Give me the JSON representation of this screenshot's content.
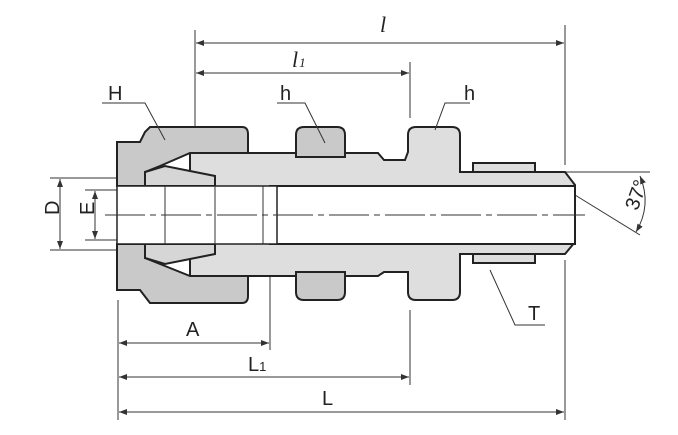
{
  "labels": {
    "l": "l",
    "l1_main": "l",
    "l1_sub": "1",
    "H": "H",
    "h_left": "h",
    "h_right": "h",
    "D": "D",
    "E": "E",
    "A": "A",
    "L1_main": "L",
    "L1_sub": "1",
    "L": "L",
    "T": "T",
    "angle": "37°"
  },
  "colors": {
    "part_fill": "#c9c9c9",
    "body_fill": "#dedede",
    "line": "#222222"
  }
}
